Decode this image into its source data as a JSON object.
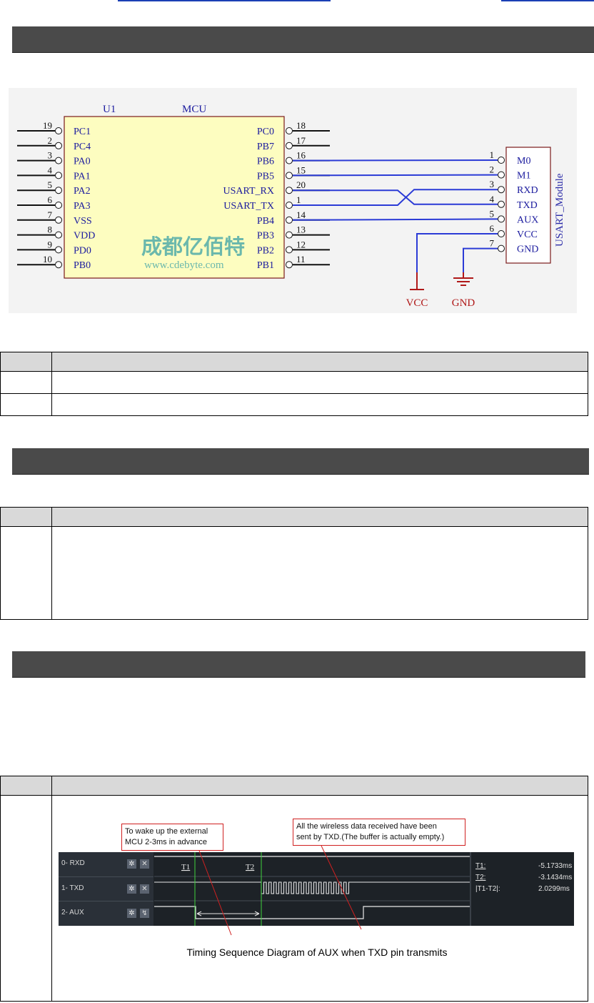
{
  "schematic": {
    "u1": "U1",
    "mcu": "MCU",
    "left_pins": [
      {
        "num": "19",
        "name": "PC1"
      },
      {
        "num": "2",
        "name": "PC4"
      },
      {
        "num": "3",
        "name": "PA0"
      },
      {
        "num": "4",
        "name": "PA1"
      },
      {
        "num": "5",
        "name": "PA2"
      },
      {
        "num": "6",
        "name": "PA3"
      },
      {
        "num": "7",
        "name": "VSS"
      },
      {
        "num": "8",
        "name": "VDD"
      },
      {
        "num": "9",
        "name": "PD0"
      },
      {
        "num": "10",
        "name": "PB0"
      }
    ],
    "right_pins": [
      {
        "num": "18",
        "name": "PC0"
      },
      {
        "num": "17",
        "name": "PB7"
      },
      {
        "num": "16",
        "name": "PB6"
      },
      {
        "num": "15",
        "name": "PB5"
      },
      {
        "num": "20",
        "name": "USART_RX"
      },
      {
        "num": "1",
        "name": "USART_TX"
      },
      {
        "num": "14",
        "name": "PB4"
      },
      {
        "num": "13",
        "name": "PB3"
      },
      {
        "num": "12",
        "name": "PB2"
      },
      {
        "num": "11",
        "name": "PB1"
      }
    ],
    "module_pins": [
      {
        "num": "1",
        "name": "M0"
      },
      {
        "num": "2",
        "name": "M1"
      },
      {
        "num": "3",
        "name": "RXD"
      },
      {
        "num": "4",
        "name": "TXD"
      },
      {
        "num": "5",
        "name": "AUX"
      },
      {
        "num": "6",
        "name": "VCC"
      },
      {
        "num": "7",
        "name": "GND"
      }
    ],
    "module_name": "USART_Module",
    "vcc": "VCC",
    "gnd": "GND",
    "watermark_cn": "成都亿佰特",
    "watermark_url": "www.cdebyte.com"
  },
  "timing": {
    "callout1": [
      "To wake up the external",
      "MCU 2-3ms in advance"
    ],
    "callout2": [
      "All the wireless data received have been",
      "sent by TXD.(The buffer is actually empty.)"
    ],
    "channels": [
      "0-  RXD",
      "1-  TXD",
      "2-  AUX"
    ],
    "t1_label": "T1",
    "t2_label": "T2",
    "readouts": [
      {
        "label": "T1:",
        "value": "-5.1733ms"
      },
      {
        "label": "T2:",
        "value": "-3.1434ms"
      },
      {
        "label": "|T1-T2|:",
        "value": "2.0299ms"
      }
    ],
    "caption": "Timing Sequence Diagram of AUX when TXD pin transmits"
  },
  "colors": {
    "wire": "#2b3bd6",
    "pin_text": "#1a1a9e",
    "module_text": "#2a2aa8",
    "power": "#b01818",
    "body_fill": "#fdfdc0",
    "watermark": "#3aa0a6"
  }
}
